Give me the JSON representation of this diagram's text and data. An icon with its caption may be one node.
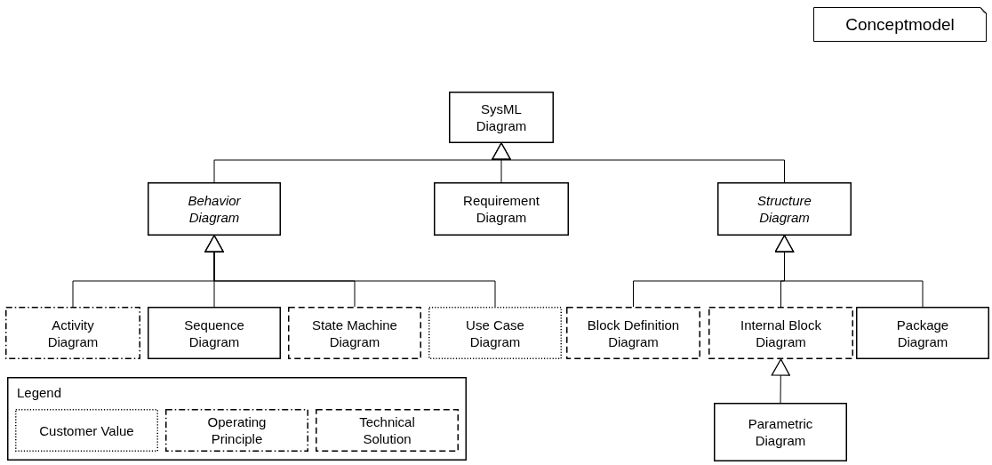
{
  "diagram": {
    "nodes": [
      {
        "text": [
          "Conceptmodel"
        ]
      },
      {
        "text": [
          "SysML Diagram"
        ]
      },
      {
        "text": [
          "Behavior Diagram"
        ]
      },
      {
        "text": [
          "Requirement Diagram"
        ]
      },
      {
        "text": [
          "Structure Diagram"
        ]
      },
      {
        "text": [
          "Activity Diagram"
        ]
      },
      {
        "text": [
          "Sequence Diagram"
        ]
      },
      {
        "text": [
          "State Machine Diagram"
        ]
      },
      {
        "text": [
          "Use Case Diagram"
        ]
      },
      {
        "text": [
          "Block Definition Diagram"
        ]
      },
      {
        "text": [
          "Internal Block Diagram"
        ]
      },
      {
        "text": [
          "Package Diagram"
        ]
      },
      {
        "text": [
          "Parametric Diagram"
        ]
      }
    ],
    "edges": [
      {
        "from": 2,
        "to": 1,
        "arrow": "to"
      },
      {
        "from": 3,
        "to": 1,
        "arrow": "to"
      },
      {
        "from": 4,
        "to": 1,
        "arrow": "to"
      },
      {
        "from": 5,
        "to": 2,
        "arrow": "to"
      },
      {
        "from": 6,
        "to": 2,
        "arrow": "to"
      },
      {
        "from": 7,
        "to": 2,
        "arrow": "to"
      },
      {
        "from": 8,
        "to": 2,
        "arrow": "to"
      },
      {
        "from": 9,
        "to": 4,
        "arrow": "to"
      },
      {
        "from": 10,
        "to": 4,
        "arrow": "to"
      },
      {
        "from": 11,
        "to": 4,
        "arrow": "to"
      },
      {
        "from": 12,
        "to": 10,
        "arrow": "to"
      }
    ],
    "labels": [
      "Legend"
    ],
    "legend": [
      {
        "text": "Customer Value"
      },
      {
        "text": "Operating Principle"
      },
      {
        "text": "Technical Solution"
      }
    ]
  }
}
